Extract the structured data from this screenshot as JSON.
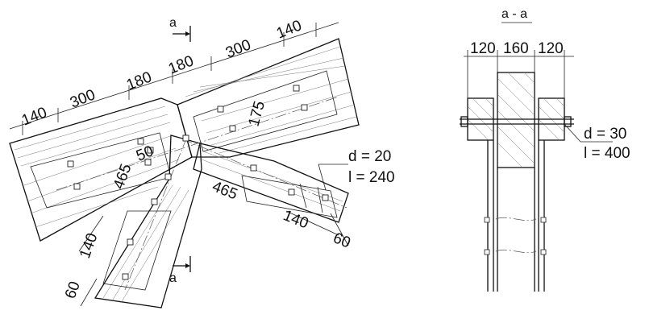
{
  "section_mark": "a",
  "section_title": "a - a",
  "dims": {
    "top_140_left": "140",
    "top_300_left": "300",
    "top_180_left": "180",
    "top_180_right": "180",
    "top_300_right": "300",
    "top_140_right": "140",
    "d175": "175",
    "d50": "50",
    "d465_left": "465",
    "d465_right": "465",
    "d140_right": "140",
    "d60_right": "60",
    "d140_left": "140",
    "d60_left": "60"
  },
  "bolt_main": {
    "d": "d = 20",
    "l": "l = 240"
  },
  "section": {
    "w_left": "120",
    "w_mid": "160",
    "w_right": "120",
    "bolt_d": "d = 30",
    "bolt_l": "l = 400"
  },
  "colors": {
    "line": "#111111",
    "hatch": "#777777",
    "background": "#ffffff"
  }
}
